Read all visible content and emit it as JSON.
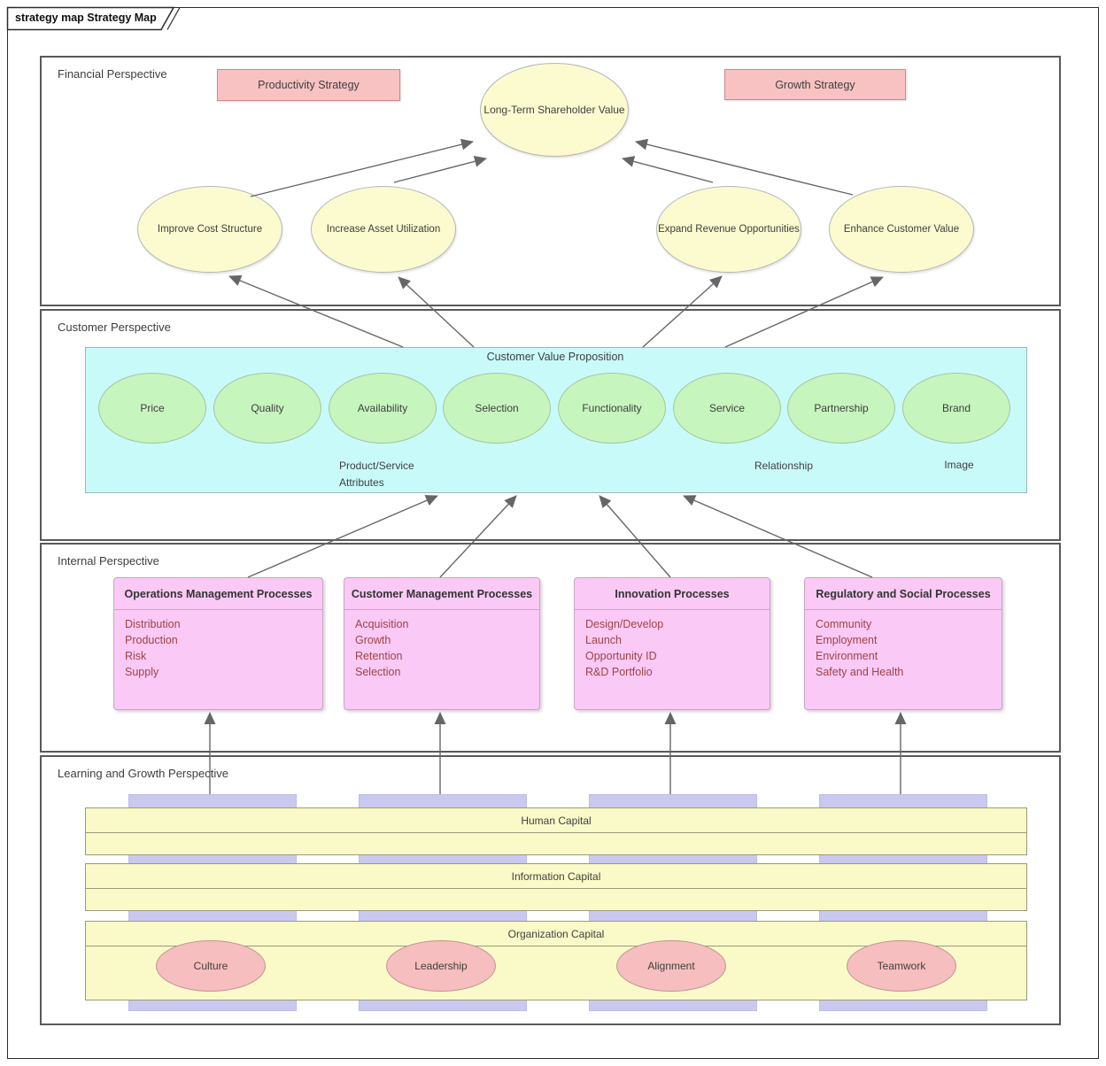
{
  "diagram": {
    "title": "strategy map Strategy Map"
  },
  "bands": {
    "financial": {
      "label": "Financial Perspective"
    },
    "customer": {
      "label": "Customer Perspective"
    },
    "internal": {
      "label": "Internal Perspective"
    },
    "learning": {
      "label": "Learning and Growth Perspective"
    }
  },
  "financial": {
    "productivity_strategy": "Productivity Strategy",
    "growth_strategy": "Growth Strategy",
    "long_term": "Long-Term Shareholder Value",
    "improve_cost": "Improve Cost Structure",
    "increase_asset": "Increase Asset Utilization",
    "expand_revenue": "Expand Revenue Opportunities",
    "enhance_customer": "Enhance Customer Value"
  },
  "customer": {
    "proposition_title": "Customer Value Proposition",
    "attributes": [
      "Price",
      "Quality",
      "Availability",
      "Selection",
      "Functionality",
      "Service",
      "Partnership",
      "Brand"
    ],
    "group_product_service": "Product/Service\nAttributes",
    "group_relationship": "Relationship",
    "group_image": "Image"
  },
  "internal": {
    "processes": [
      {
        "title": "Operations Management Processes",
        "items": [
          "Distribution",
          "Production",
          "Risk",
          "Supply"
        ]
      },
      {
        "title": "Customer Management Processes",
        "items": [
          "Acquisition",
          "Growth",
          "Retention",
          "Selection"
        ]
      },
      {
        "title": "Innovation Processes",
        "items": [
          "Design/Develop",
          "Launch",
          "Opportunity ID",
          "R&D Portfolio"
        ]
      },
      {
        "title": "Regulatory and Social Processes",
        "items": [
          "Community",
          "Employment",
          "Environment",
          "Safety and Health"
        ]
      }
    ]
  },
  "learning": {
    "capitals": [
      "Human Capital",
      "Information Capital",
      "Organization Capital"
    ],
    "organization_values": [
      "Culture",
      "Leadership",
      "Alignment",
      "Teamwork"
    ]
  },
  "colors": {
    "strategy_box": "#f8c2c2",
    "goal_ellipse": "#fbfbcf",
    "proposition_box": "#c9fafa",
    "attribute_ellipse": "#c6f5bd",
    "process_box": "#fac9f5",
    "capital_bar": "#fafac8",
    "capital_column": "#c9c9f0",
    "value_ellipse": "#f6bebe",
    "connector": "#666666",
    "band_border": "#595959",
    "process_item_text": "#9e4444"
  }
}
